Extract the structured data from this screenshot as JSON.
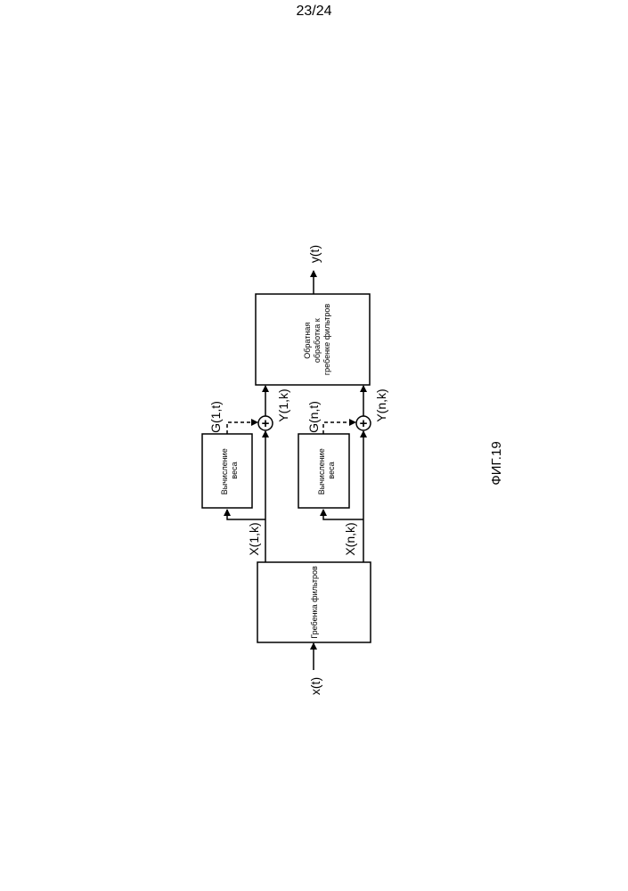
{
  "page": {
    "number": "23/24"
  },
  "figure": {
    "caption": "ФИГ.19"
  },
  "signals": {
    "input": "x(t)",
    "output": "y(t)",
    "x1k": "X(1,k)",
    "xnk": "X(n,k)",
    "g1t": "G(1,t)",
    "gnt": "G(n,t)",
    "y1k": "Y(1,k)",
    "ynk": "Y(n,k)"
  },
  "blocks": {
    "filter_bank": "Гребенка фильтров",
    "weight_calc_1": [
      "Вычисление",
      "веса"
    ],
    "weight_calc_n": [
      "Вычисление",
      "веса"
    ],
    "inverse_processing": [
      "Обратная",
      "обработка к",
      "гребенке фильтров"
    ]
  },
  "operators": {
    "adder_symbol": "+"
  }
}
